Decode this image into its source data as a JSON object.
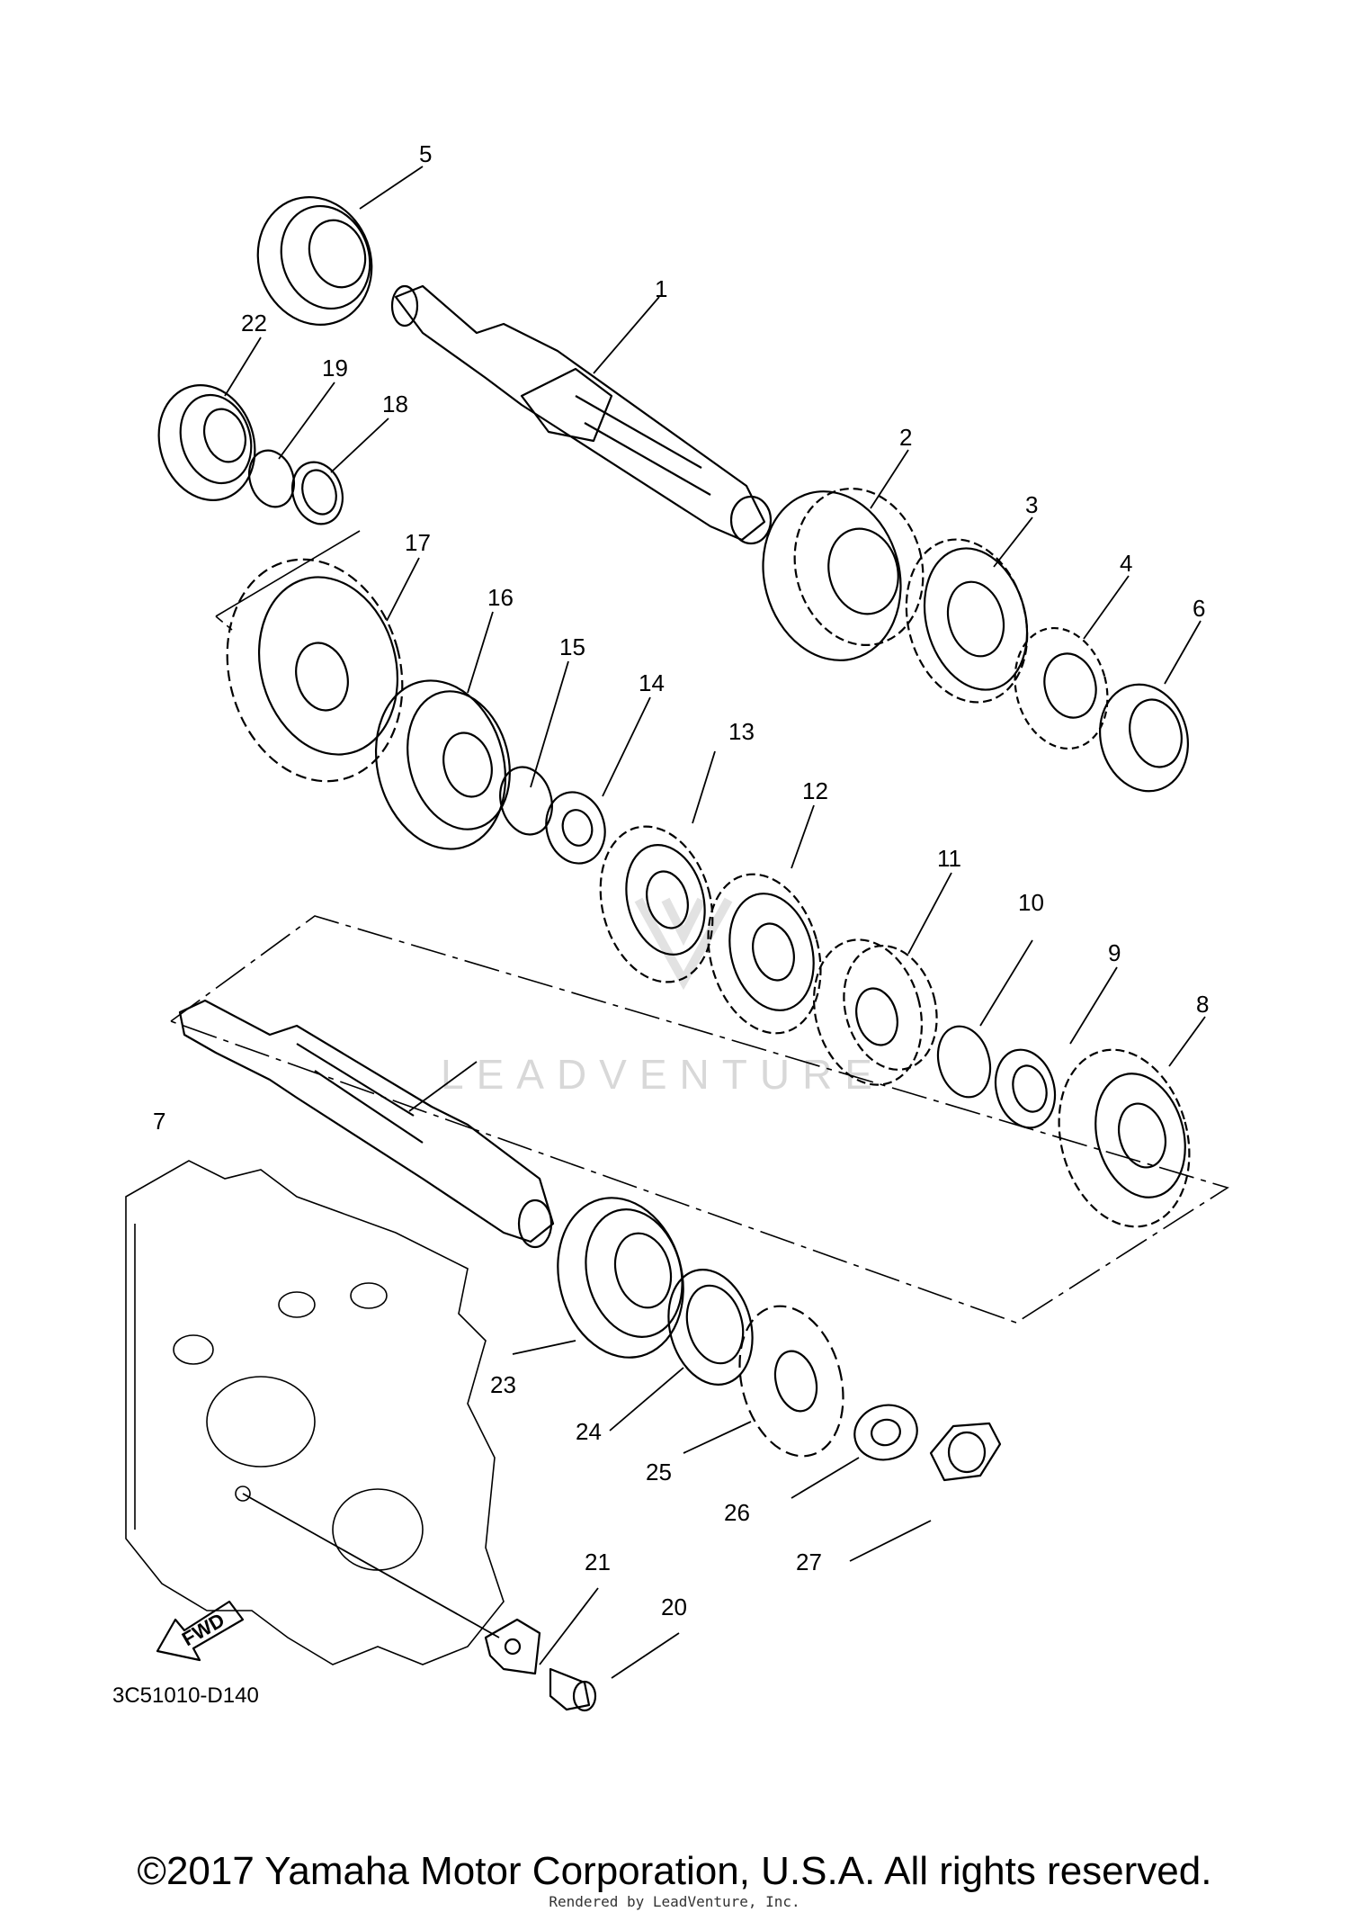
{
  "diagram_code": "3C51010-D140",
  "watermark": "LEADVENTURE",
  "fwd_label": "FWD",
  "copyright": "©2017 Yamaha Motor Corporation, U.S.A. All rights reserved.",
  "rendered_by": "Rendered by LeadVenture, Inc.",
  "callouts": [
    "1",
    "2",
    "3",
    "4",
    "5",
    "6",
    "7",
    "8",
    "9",
    "10",
    "11",
    "12",
    "13",
    "14",
    "15",
    "16",
    "17",
    "18",
    "19",
    "20",
    "21",
    "22",
    "23",
    "24",
    "25",
    "26",
    "27"
  ],
  "colors": {
    "line": "#000000",
    "watermark": "#d8d8d8",
    "background": "#ffffff"
  }
}
